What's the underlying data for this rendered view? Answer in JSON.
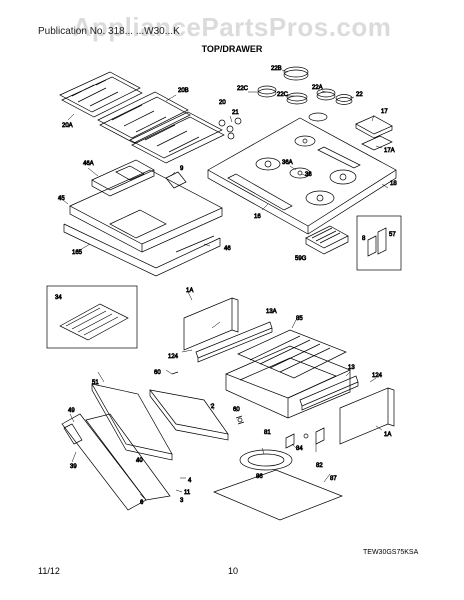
{
  "watermark": "AppliancePartsPros.com",
  "page_header": "Publication No. 318...  ...W30...K",
  "section_title": "TOP/DRAWER",
  "diagram_code": "TEW30GS75KSA",
  "footer": {
    "date": "11/12",
    "page": "10"
  },
  "callouts": {
    "c22b": "22B",
    "c22c_a": "22C",
    "c22c_b": "22C",
    "c22a": "22A",
    "c22": "22",
    "c20b": "20B",
    "c20a": "20A",
    "c20": "20",
    "c21": "21",
    "c17": "17",
    "c17a": "17A",
    "c36a": "36A",
    "c36": "36",
    "c18": "18",
    "c16": "16",
    "c46a": "46A",
    "c9": "9",
    "c45": "45",
    "c46": "46",
    "c165": "165",
    "c8": "8",
    "c57": "57",
    "c59g": "59G",
    "c34": "34",
    "c1a_a": "1A",
    "c13a": "13A",
    "c85": "85",
    "c124_a": "124",
    "c60_a": "60",
    "c51": "51",
    "c2": "2",
    "c60_b": "60",
    "c81": "81",
    "c49": "49",
    "c39": "39",
    "c40": "40",
    "c13": "13",
    "c124_b": "124",
    "c1a_b": "1A",
    "c82": "82",
    "c84": "84",
    "c86": "86",
    "c87": "87",
    "c4": "4",
    "c11": "11",
    "c3": "3",
    "c6": "6"
  }
}
